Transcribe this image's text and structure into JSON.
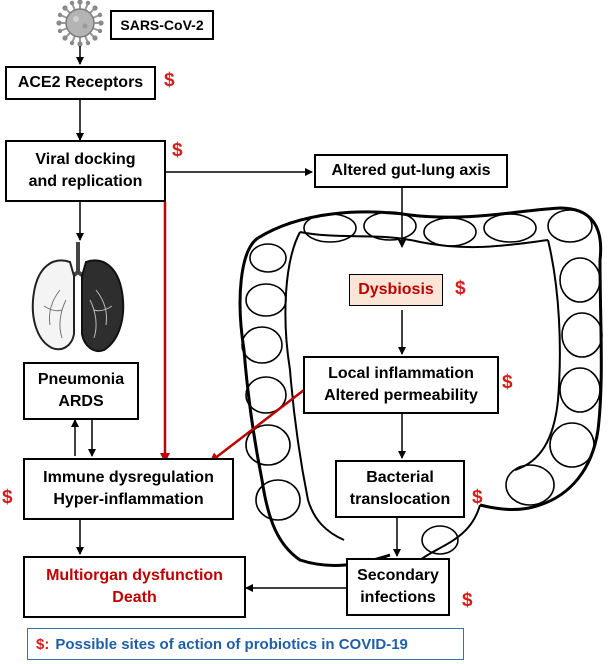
{
  "nodes": {
    "sars": "SARS-CoV-2",
    "ace2": "ACE2 Receptors",
    "viral": [
      "Viral docking",
      "and replication"
    ],
    "gut_lung": "Altered gut-lung axis",
    "dysbiosis": "Dysbiosis",
    "local_inflammation": [
      "Local inflammation",
      "Altered permeability"
    ],
    "pneumonia": [
      "Pneumonia",
      "ARDS"
    ],
    "immune": [
      "Immune dysregulation",
      "Hyper-inflammation"
    ],
    "bacterial": [
      "Bacterial",
      "translocation"
    ],
    "multiorgan": [
      "Multiorgan dysfunction",
      "Death"
    ],
    "secondary": [
      "Secondary",
      "infections"
    ]
  },
  "marker": "$",
  "legend": {
    "symbol": "$:",
    "text": "Possible sites of action of probiotics in COVID-19"
  },
  "colors": {
    "marker_red": "#d81b1b",
    "emphasis_red": "#c00000",
    "legend_blue": "#1f5fa8",
    "dysbiosis_fill": "#fbe5d6"
  },
  "icons": [
    "virus-icon",
    "lungs-icon",
    "colon-illustration"
  ]
}
